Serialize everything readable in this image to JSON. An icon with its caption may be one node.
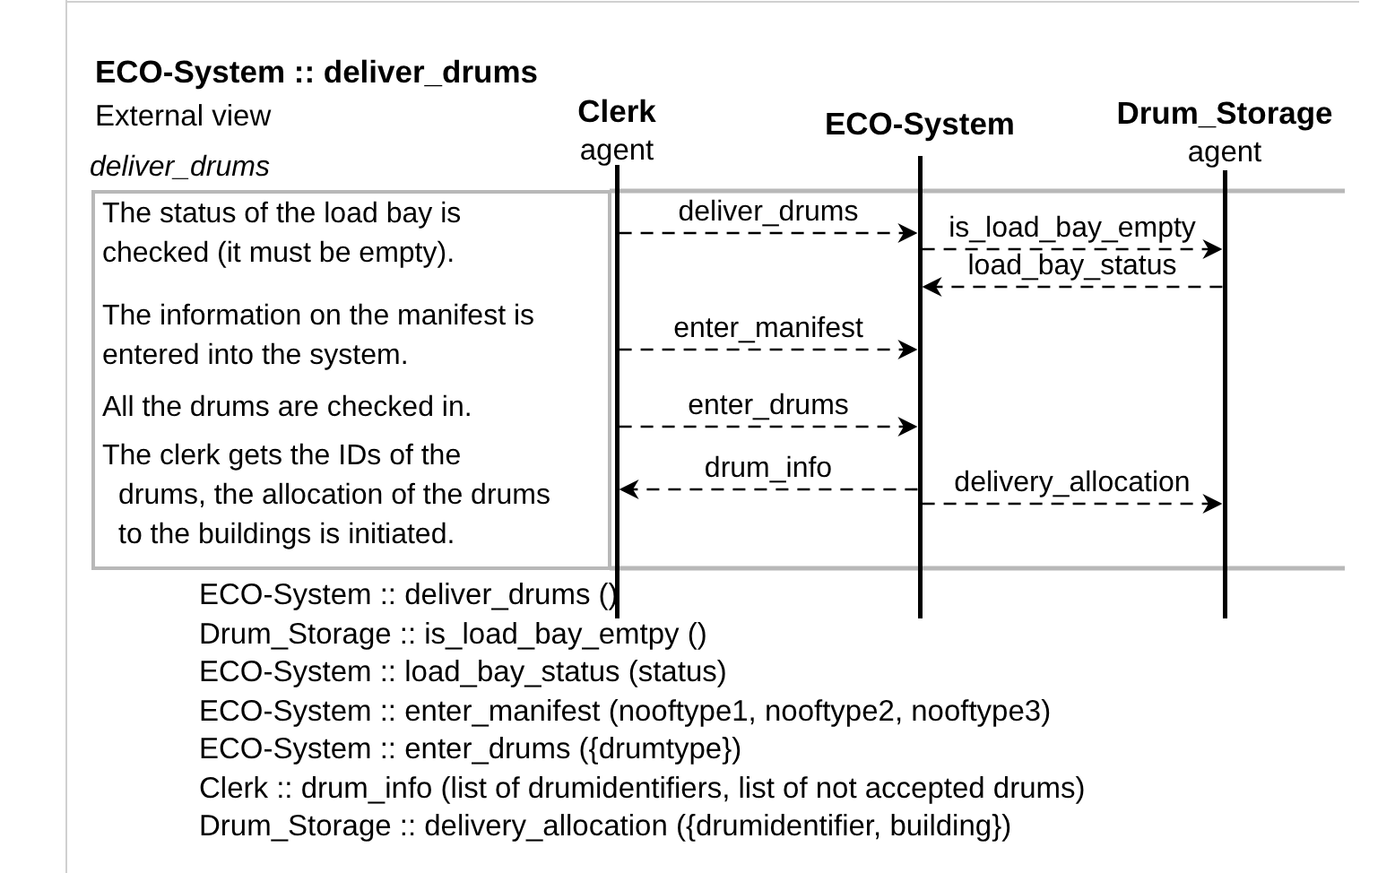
{
  "diagram": {
    "title": "ECO-System :: deliver_drums",
    "nodes": [
      {
        "text": [
          "Clerk",
          "agent"
        ]
      },
      {
        "text": [
          "ECO-System"
        ]
      },
      {
        "text": [
          "Drum_Storage",
          "agent"
        ]
      },
      {
        "text": [
          "The status of the load bay is checked (it must be empty).",
          "The information on the manifest is entered into the system.",
          "All the drums are checked in.",
          "The clerk gets the IDs of the drums, the allocation of the drums to the buildings is initiated."
        ]
      }
    ],
    "edges": [
      {
        "from": 0,
        "to": 1,
        "arrow": "to",
        "label": "deliver_drums",
        "style": "dashed"
      },
      {
        "from": 1,
        "to": 2,
        "arrow": "to",
        "label": "is_load_bay_empty",
        "style": "dashed"
      },
      {
        "from": 2,
        "to": 1,
        "arrow": "to",
        "label": "load_bay_status",
        "style": "dashed"
      },
      {
        "from": 0,
        "to": 1,
        "arrow": "to",
        "label": "enter_manifest",
        "style": "dashed"
      },
      {
        "from": 0,
        "to": 1,
        "arrow": "to",
        "label": "enter_drums",
        "style": "dashed"
      },
      {
        "from": 1,
        "to": 0,
        "arrow": "to",
        "label": "drum_info",
        "style": "dashed"
      },
      {
        "from": 1,
        "to": 2,
        "arrow": "to",
        "label": "delivery_allocation",
        "style": "dashed"
      }
    ],
    "labels": [
      "External view",
      "deliver_drums",
      "ECO-System :: deliver_drums ()",
      "Drum_Storage :: is_load_bay_emtpy ()",
      "ECO-System :: load_bay_status (status)",
      "ECO-System :: enter_manifest (nooftype1, nooftype2, nooftype3)",
      "ECO-System :: enter_drums ({drumtype})",
      "Clerk :: drum_info (list of drumidentifiers, list of not accepted drums)",
      "Drum_Storage :: delivery_allocation ({drumidentifier, building})"
    ]
  }
}
